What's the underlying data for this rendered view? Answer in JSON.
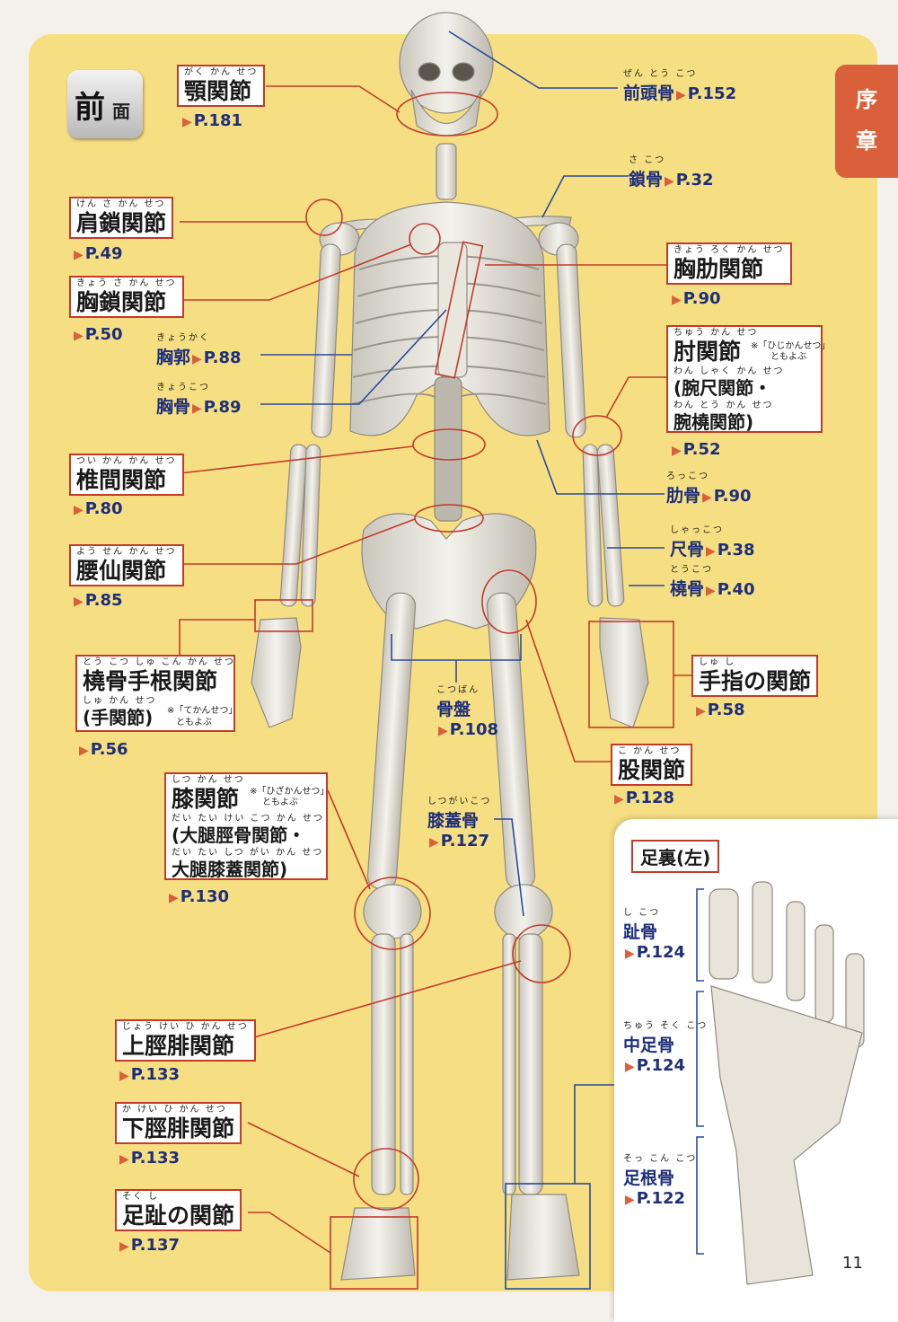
{
  "tab": {
    "line1": "序",
    "line2": "章"
  },
  "badge": {
    "big": "前",
    "small": "面"
  },
  "joints": {
    "jaw": {
      "ruby": "がく かん せつ",
      "name": "顎関節",
      "ref": "P.181"
    },
    "acromio": {
      "ruby": "けん さ かん せつ",
      "name": "肩鎖関節",
      "ref": "P.49"
    },
    "sterno": {
      "ruby": "きょう さ かん せつ",
      "name": "胸鎖関節",
      "ref": "P.50"
    },
    "costo": {
      "ruby": "きょう ろく かん せつ",
      "name": "胸肋関節",
      "ref": "P.90"
    },
    "elbow": {
      "ruby": "ちゅう かん せつ",
      "name": "肘関節",
      "note1": "※「ひじかんせつ」",
      "note2": "ともよぶ",
      "ruby2": "わん しゃく かん せつ",
      "sub1": "(腕尺関節・",
      "ruby3": "わん とう かん せつ",
      "sub2": "腕橈関節)",
      "ref": "P.52"
    },
    "inter": {
      "ruby": "つい かん かん せつ",
      "name": "椎間関節",
      "ref": "P.80"
    },
    "lumbo": {
      "ruby": "よう せん かん せつ",
      "name": "腰仙関節",
      "ref": "P.85"
    },
    "wrist": {
      "ruby": "とう こつ しゅ こん かん せつ",
      "name": "橈骨手根関節",
      "ruby2": "しゅ かん せつ",
      "sub1": "(手関節)",
      "note1": "※「てかんせつ」",
      "note2": "ともよぶ",
      "ref": "P.56"
    },
    "finger": {
      "ruby": "しゅ し",
      "name": "手指の関節",
      "ref": "P.58"
    },
    "hip": {
      "ruby": "こ かん せつ",
      "name": "股関節",
      "ref": "P.128"
    },
    "knee": {
      "ruby": "しつ かん せつ",
      "name": "膝関節",
      "note1": "※「ひざかんせつ」",
      "note2": "ともよぶ",
      "ruby2": "だい たい けい こつ かん せつ",
      "sub1": "(大腿脛骨関節・",
      "ruby3": "だい たい しつ がい かん せつ",
      "sub2": "大腿膝蓋関節)",
      "ref": "P.130"
    },
    "sup_tibfib": {
      "ruby": "じょう けい ひ かん せつ",
      "name": "上脛腓関節",
      "ref": "P.133"
    },
    "inf_tibfib": {
      "ruby": "か けい ひ かん せつ",
      "name": "下脛腓関節",
      "ref": "P.133"
    },
    "toe": {
      "ruby": "そく し",
      "name": "足趾の関節",
      "ref": "P.137"
    }
  },
  "bones": {
    "frontal": {
      "ruby": "ぜん とう こつ",
      "name": "前頭骨",
      "ref": "P.152"
    },
    "clavicle": {
      "ruby": "さ こつ",
      "name": "鎖骨",
      "ref": "P.32"
    },
    "thorax": {
      "ruby": "きょうかく",
      "name": "胸郭",
      "ref": "P.88"
    },
    "sternum": {
      "ruby": "きょうこつ",
      "name": "胸骨",
      "ref": "P.89"
    },
    "rib": {
      "ruby": "ろっこつ",
      "name": "肋骨",
      "ref": "P.90"
    },
    "ulna": {
      "ruby": "しゃっこつ",
      "name": "尺骨",
      "ref": "P.38"
    },
    "radius": {
      "ruby": "とうこつ",
      "name": "橈骨",
      "ref": "P.40"
    },
    "pelvis": {
      "ruby": "こつばん",
      "name": "骨盤",
      "ref": "P.108"
    },
    "patella": {
      "ruby": "しつがいこつ",
      "name": "膝蓋骨",
      "ref": "P.127"
    }
  },
  "foot": {
    "title": "足裏(左)",
    "phalanges": {
      "ruby": "し こつ",
      "name": "趾骨",
      "ref": "P.124"
    },
    "metatarsal": {
      "ruby": "ちゅう そく こつ",
      "name": "中足骨",
      "ref": "P.124"
    },
    "tarsal": {
      "ruby": "そっ こん こつ",
      "name": "足根骨",
      "ref": "P.122"
    }
  },
  "page_number": "11"
}
